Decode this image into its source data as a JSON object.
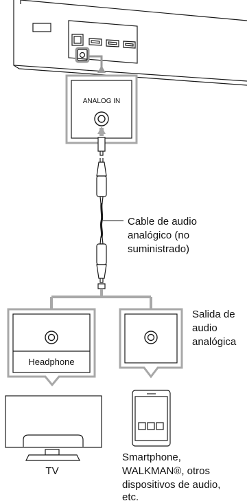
{
  "device_panel": {
    "input_label": "ANALOG IN"
  },
  "cable": {
    "caption_lines": [
      "Cable de audio",
      "analógico (no",
      "suministrado)"
    ]
  },
  "output": {
    "caption_lines": [
      "Salida de",
      "audio",
      "analógica"
    ]
  },
  "tv": {
    "jack_label": "Headphone",
    "caption": "TV"
  },
  "smartphone": {
    "caption_lines": [
      "Smartphone,",
      "WALKMAN®, otros",
      "dispositivos de audio,",
      "etc."
    ]
  },
  "colors": {
    "line": "#1a1a1a",
    "connector_gray": "#9a9a9a",
    "box_gray": "#a8a8a8",
    "fill": "#ffffff"
  }
}
